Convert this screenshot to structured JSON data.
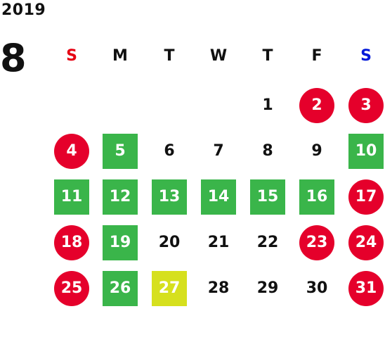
{
  "calendar": {
    "year": "2019",
    "month": "8",
    "colors": {
      "sunday": "#e60012",
      "saturday": "#0018d9",
      "holiday": "#e5002b",
      "green": "#3ab54a",
      "yellow": "#d6e01e",
      "text": "#111111"
    },
    "weekdays": [
      "S",
      "M",
      "T",
      "W",
      "T",
      "F",
      "S"
    ],
    "weeks": [
      [
        {
          "day": "",
          "style": "none"
        },
        {
          "day": "",
          "style": "none"
        },
        {
          "day": "",
          "style": "none"
        },
        {
          "day": "",
          "style": "none"
        },
        {
          "day": "1",
          "style": "plain"
        },
        {
          "day": "2",
          "style": "holiday"
        },
        {
          "day": "3",
          "style": "holiday"
        }
      ],
      [
        {
          "day": "4",
          "style": "holiday"
        },
        {
          "day": "5",
          "style": "green"
        },
        {
          "day": "6",
          "style": "plain"
        },
        {
          "day": "7",
          "style": "plain"
        },
        {
          "day": "8",
          "style": "plain"
        },
        {
          "day": "9",
          "style": "plain"
        },
        {
          "day": "10",
          "style": "green"
        }
      ],
      [
        {
          "day": "11",
          "style": "green"
        },
        {
          "day": "12",
          "style": "green"
        },
        {
          "day": "13",
          "style": "green"
        },
        {
          "day": "14",
          "style": "green"
        },
        {
          "day": "15",
          "style": "green"
        },
        {
          "day": "16",
          "style": "green"
        },
        {
          "day": "17",
          "style": "holiday"
        }
      ],
      [
        {
          "day": "18",
          "style": "holiday"
        },
        {
          "day": "19",
          "style": "green"
        },
        {
          "day": "20",
          "style": "plain"
        },
        {
          "day": "21",
          "style": "plain"
        },
        {
          "day": "22",
          "style": "plain"
        },
        {
          "day": "23",
          "style": "holiday"
        },
        {
          "day": "24",
          "style": "holiday"
        }
      ],
      [
        {
          "day": "25",
          "style": "holiday"
        },
        {
          "day": "26",
          "style": "green"
        },
        {
          "day": "27",
          "style": "yellow"
        },
        {
          "day": "28",
          "style": "plain"
        },
        {
          "day": "29",
          "style": "plain"
        },
        {
          "day": "30",
          "style": "plain"
        },
        {
          "day": "31",
          "style": "holiday"
        }
      ]
    ]
  }
}
